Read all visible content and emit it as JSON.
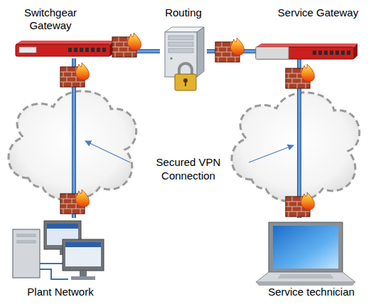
{
  "diagram": {
    "nodes": [
      {
        "text": [
          "Switchgear Gateway"
        ]
      },
      {
        "text": [
          "Routing"
        ]
      },
      {
        "text": [
          "Service Gateway"
        ]
      },
      {
        "text": [
          "Plant Network"
        ]
      },
      {
        "text": [
          "Service technician"
        ]
      }
    ],
    "edges": [
      {
        "from": 0,
        "to": 1,
        "arrow": "none"
      },
      {
        "from": 1,
        "to": 2,
        "arrow": "none"
      },
      {
        "from": 0,
        "to": 3,
        "arrow": "none"
      },
      {
        "from": 2,
        "to": 4,
        "arrow": "none"
      }
    ],
    "labels": [
      "Secured VPN Connection"
    ]
  }
}
